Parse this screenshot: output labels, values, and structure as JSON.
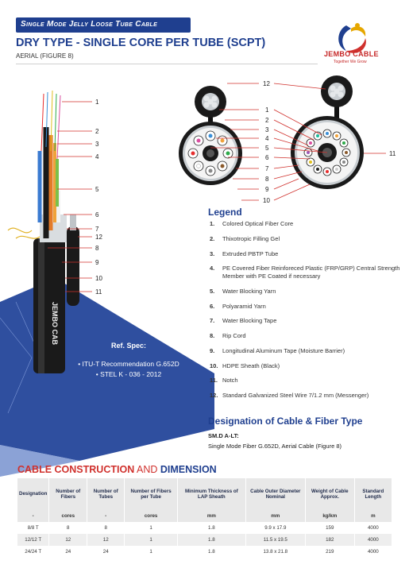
{
  "header": {
    "banner": "Single Mode Jelly Loose Tube Cable",
    "title": "DRY TYPE - SINGLE CORE PER TUBE (SCPT)",
    "subtitle": "AERIAL (FIGURE 8)"
  },
  "logo": {
    "name": "JEMBO CABLE",
    "tagline": "Together We Grow"
  },
  "cable_print": "JEMBO CAB",
  "ref_spec": {
    "heading": "Ref. Spec:",
    "items": [
      "• ITU-T Recommendation G.652D",
      "• STEL K - 036 - 2012"
    ]
  },
  "callouts_side": [
    "1",
    "2",
    "3",
    "4",
    "5",
    "6",
    "7",
    "12",
    "8",
    "9",
    "10",
    "11"
  ],
  "callouts_cross": [
    "12",
    "1",
    "2",
    "3",
    "4",
    "5",
    "6",
    "7",
    "8",
    "9",
    "10",
    "11"
  ],
  "legend": {
    "heading": "Legend",
    "items": [
      {
        "num": "1.",
        "text": "Colored Optical Fiber Core"
      },
      {
        "num": "2.",
        "text": "Thixotropic Filling Gel"
      },
      {
        "num": "3.",
        "text": "Extruded PBTP Tube"
      },
      {
        "num": "4.",
        "text": "PE Covered Fiber Reinforeced Plastic (FRP/GRP) Central Strength Member with PE Coated if necessary"
      },
      {
        "num": "5.",
        "text": "Water Blocking Yarn"
      },
      {
        "num": "6.",
        "text": "Polyaramid Yarn"
      },
      {
        "num": "7.",
        "text": "Water Blocking Tape"
      },
      {
        "num": "8.",
        "text": "Rip Cord"
      },
      {
        "num": "9.",
        "text": "Longitudinal Aluminum Tape (Moisture Barrier)"
      },
      {
        "num": "10.",
        "text": "HDPE Sheath (Black)"
      },
      {
        "num": "11.",
        "text": "Notch"
      },
      {
        "num": "12.",
        "text": "Standard Galvanized Steel Wire 7/1.2 mm (Messenger)"
      }
    ]
  },
  "designation": {
    "heading": "Designation of Cable & Fiber Type",
    "code": "SM.D A-LT:",
    "description": "Single Mode Fiber G.652D, Aerial Cable (Figure 8)"
  },
  "construction": {
    "heading_a": "CABLE CONSTRUCTION",
    "heading_and": " AND ",
    "heading_b": "DIMENSION",
    "columns": [
      "Designation",
      "Number of Fibers",
      "Number of Tubes",
      "Number of Fibers per Tube",
      "Minimum Thickness of LAP Sheath",
      "Cable Outer Diameter Nominal",
      "Weight of Cable Approx.",
      "Standard Length"
    ],
    "units": [
      "-",
      "cores",
      "-",
      "cores",
      "mm",
      "mm",
      "kg/km",
      "m"
    ],
    "rows": [
      [
        "8/8 T",
        "8",
        "8",
        "1",
        "1.8",
        "9.9 x 17.9",
        "159",
        "4000"
      ],
      [
        "12/12 T",
        "12",
        "12",
        "1",
        "1.8",
        "11.5 x 19.5",
        "182",
        "4000"
      ],
      [
        "24/24 T",
        "24",
        "24",
        "1",
        "1.8",
        "13.8 x 21.8",
        "219",
        "4000"
      ]
    ]
  },
  "colors": {
    "brand_blue": "#1f3f8f",
    "brand_red": "#d0312d",
    "panel_blue": "#2f4f9f"
  }
}
